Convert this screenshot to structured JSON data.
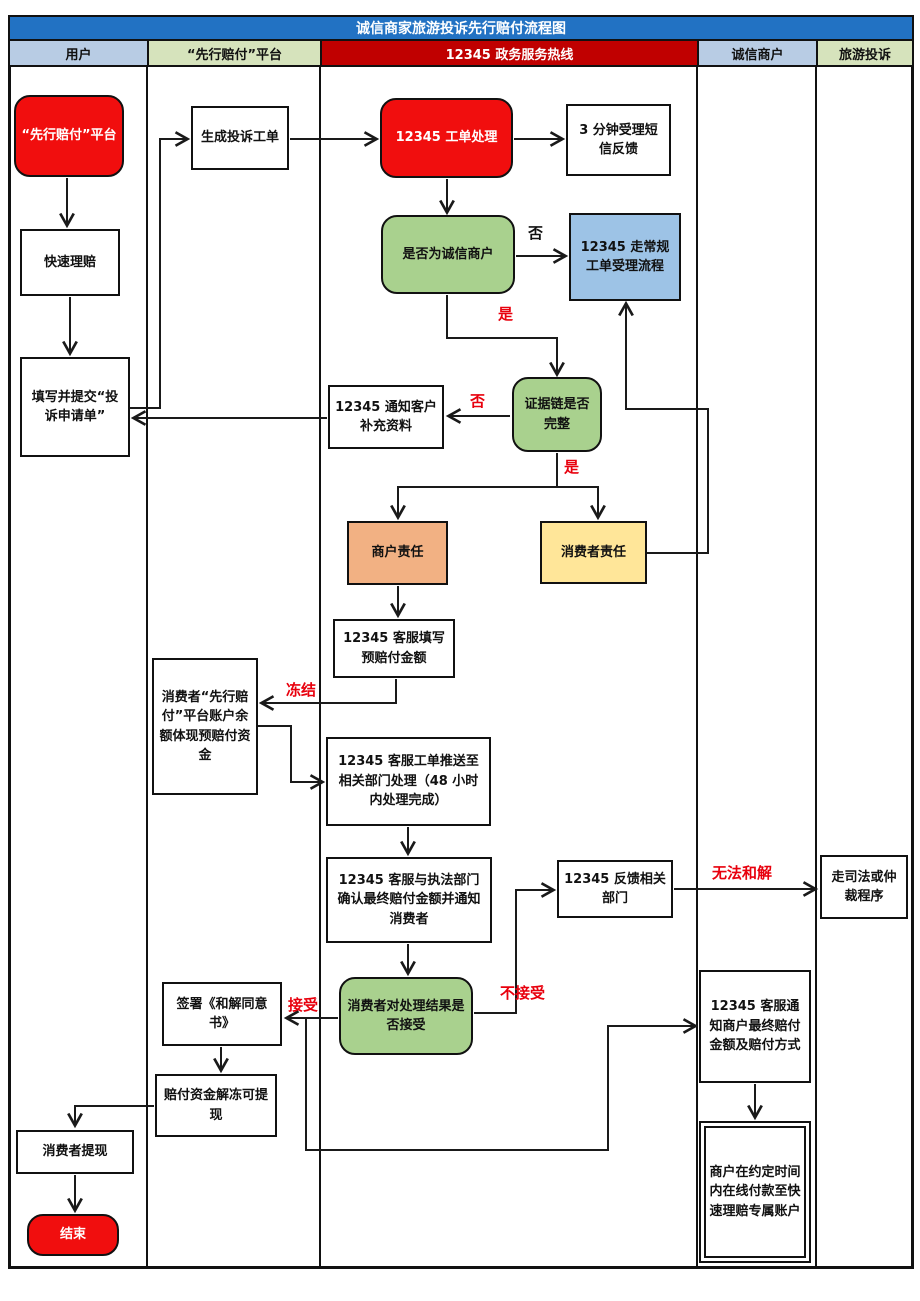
{
  "title": "诚信商家旅游投诉先行赔付流程图",
  "lanes": {
    "user": {
      "label": "用户"
    },
    "platform": {
      "label": "“先行赔付”平台"
    },
    "hotline": {
      "label": "12345 政务服务热线"
    },
    "merchant": {
      "label": "诚信商户"
    },
    "tourism": {
      "label": "旅游投诉"
    }
  },
  "nodes": {
    "start": {
      "label": "“先行赔付”平台"
    },
    "quick_claim": {
      "label": "快速理赔"
    },
    "submit_form": {
      "label": "填写并提交“投诉申请单”"
    },
    "consumer_withdraw": {
      "label": "消费者提现"
    },
    "end": {
      "label": "结束"
    },
    "generate_ticket": {
      "label": "生成投诉工单"
    },
    "balance_frozen": {
      "label": "消费者“先行赔付”平台账户余额体现预赔付资金"
    },
    "sign_agreement": {
      "label": "签署《和解同意书》"
    },
    "funds_unfrozen": {
      "label": "赔付资金解冻可提现"
    },
    "ticket_processing": {
      "label": "12345 工单处理"
    },
    "sms_feedback": {
      "label": "3 分钟受理短信反馈"
    },
    "is_honest_merchant": {
      "label": "是否为诚信商户"
    },
    "regular_flow": {
      "label": "12345 走常规工单受理流程"
    },
    "evidence_complete": {
      "label": "证据链是否完整"
    },
    "notify_supplement": {
      "label": "12345 通知客户补充资料"
    },
    "merchant_liability": {
      "label": "商户责任"
    },
    "consumer_liability": {
      "label": "消费者责任"
    },
    "fill_amount": {
      "label": "12345 客服填写预赔付金额"
    },
    "push_department": {
      "label": "12345 客服工单推送至相关部门处理（48 小时内处理完成）"
    },
    "confirm_amount": {
      "label": "12345 客服与执法部门确认最终赔付金额并通知消费者"
    },
    "accept_result": {
      "label": "消费者对处理结果是否接受"
    },
    "feedback_department": {
      "label": "12345 反馈相关部门"
    },
    "notify_merchant": {
      "label": "12345 客服通知商户最终赔付金额及赔付方式"
    },
    "merchant_pay": {
      "label": "商户在约定时间内在线付款至快速理赔专属账户"
    },
    "judicial": {
      "label": "走司法或仲裁程序"
    }
  },
  "edge_labels": {
    "no_honest": "否",
    "yes_honest": "是",
    "no_evidence": "否",
    "yes_evidence": "是",
    "freeze": "冻结",
    "accept": "接受",
    "not_accept": "不接受",
    "no_settlement": "无法和解"
  },
  "colors": {
    "title_bar": "#2272c3",
    "header_red": "#c00000",
    "header_blue": "#b8cce4",
    "header_green": "#d6e3bc",
    "node_red": "#f10e0e",
    "node_green": "#a9d18e",
    "node_blue": "#9dc3e6",
    "node_orange": "#f2b183",
    "node_yellow": "#ffe699",
    "label_red": "#e8000d",
    "line": "#1a1a1a"
  }
}
